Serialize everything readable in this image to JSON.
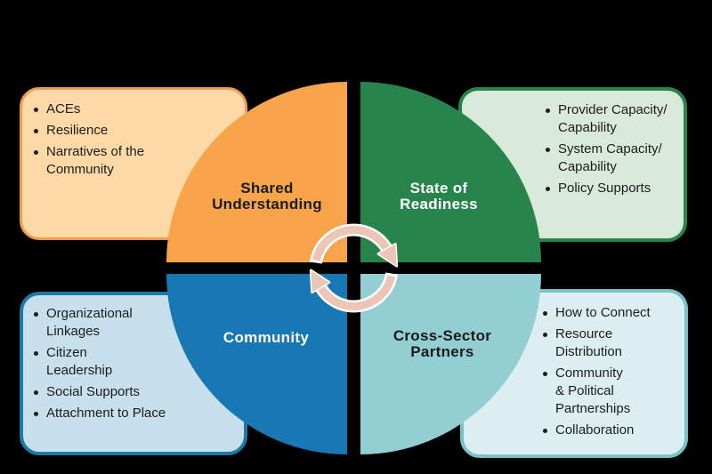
{
  "background": "#000000",
  "quadrants": {
    "shared_understanding": {
      "label": "Shared\nUnderstanding",
      "color": "#F7A44A",
      "text_color": "#1B1B1B"
    },
    "state_of_readiness": {
      "label": "State of\nReadiness",
      "color": "#27854C",
      "text_color": "#FFFFFF"
    },
    "community": {
      "label": "Community",
      "color": "#1878B4",
      "text_color": "#FFFFFF"
    },
    "cross_sector_partners": {
      "label": "Cross-Sector\nPartners",
      "color": "#93CED3",
      "text_color": "#1B1B1B"
    }
  },
  "boxes": {
    "shared_understanding": {
      "fill": "#FCD9A6",
      "border": "#F09B50",
      "items": [
        "ACEs",
        "Resilience",
        "Narratives of the\nCommunity"
      ]
    },
    "state_of_readiness": {
      "fill": "#D9E9DA",
      "border": "#27854C",
      "items": [
        "Provider Capacity/\nCapability",
        "System Capacity/\nCapability",
        "Policy Supports"
      ]
    },
    "community": {
      "fill": "#C8E0EC",
      "border": "#1B7AA6",
      "items": [
        "Organizational\nLinkages",
        "Citizen\nLeadership",
        "Social Supports",
        "Attachment to Place"
      ]
    },
    "cross_sector_partners": {
      "fill": "#DCEEF0",
      "border": "#79C2C9",
      "items": [
        "How to Connect",
        "Resource\nDistribution",
        "Community\n& Political\nPartnerships",
        "Collaboration"
      ]
    }
  },
  "center": {
    "icon": "cycle-arrows-icon",
    "color": "#EBC5B6",
    "outline": "#FFFFFF"
  }
}
